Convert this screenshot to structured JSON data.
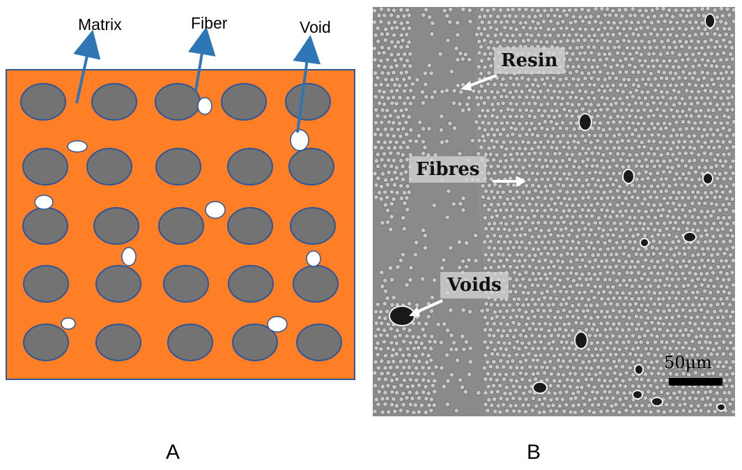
{
  "panel_a": {
    "label": "A",
    "callouts": {
      "matrix": "Matrix",
      "fiber": "Fiber",
      "void": "Void"
    },
    "colors": {
      "matrix_fill": "#FF7F27",
      "border": "#2F5597",
      "fiber_fill": "#737373",
      "void_fill": "#FFFFFF",
      "arrow": "#2E75B6"
    }
  },
  "panel_b": {
    "label": "B",
    "tags": {
      "resin": "Resin",
      "fibres": "Fibres",
      "voids": "Voids"
    },
    "scale_bar": "50μm"
  }
}
